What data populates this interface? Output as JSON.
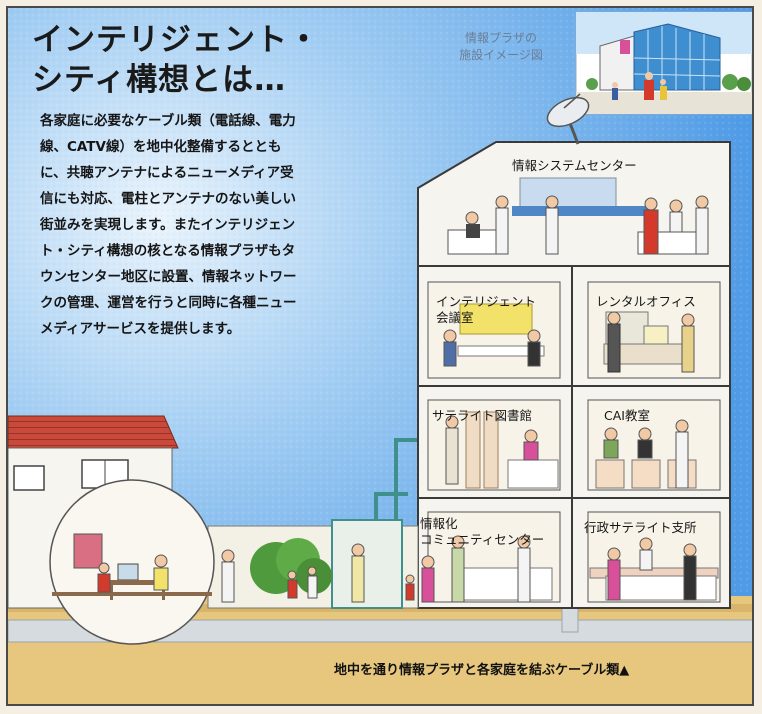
{
  "headline": {
    "line1": "インテリジェント・",
    "line2": "シティ構想とは…"
  },
  "body_text": "各家庭に必要なケーブル類（電話線、電力線、CATV線）を地中化整備するとともに、共聴アンテナによるニューメディア受信にも対応、電柱とアンテナのない美しい街並みを実現します。またインテリジェント・シティ構想の核となる情報プラザもタウンセンター地区に設置、情報ネットワークの管理、運営を行うと同時に各種ニューメディアサービスを提供します。",
  "plaza_caption": {
    "line1": "情報プラザの",
    "line2": "施設イメージ図"
  },
  "building": {
    "floor_top": "情報システムセンター",
    "rooms": [
      {
        "label": "インテリジェント\n会議室"
      },
      {
        "label": "レンタルオフィス"
      },
      {
        "label": "サテライト図書館"
      },
      {
        "label": "CAI教室"
      },
      {
        "label": "情報化\nコミュニティセンター"
      },
      {
        "label": "行政サテライト支所"
      }
    ]
  },
  "bottom_caption": "地中を通り情報プラザと各家庭を結ぶケーブル類▲",
  "colors": {
    "sky": "#5ea8ec",
    "ground": "#e7c77e",
    "cable_pipe": "#d6dbdf",
    "building": "#f6f4ee",
    "accent_red": "#d33a2c"
  }
}
